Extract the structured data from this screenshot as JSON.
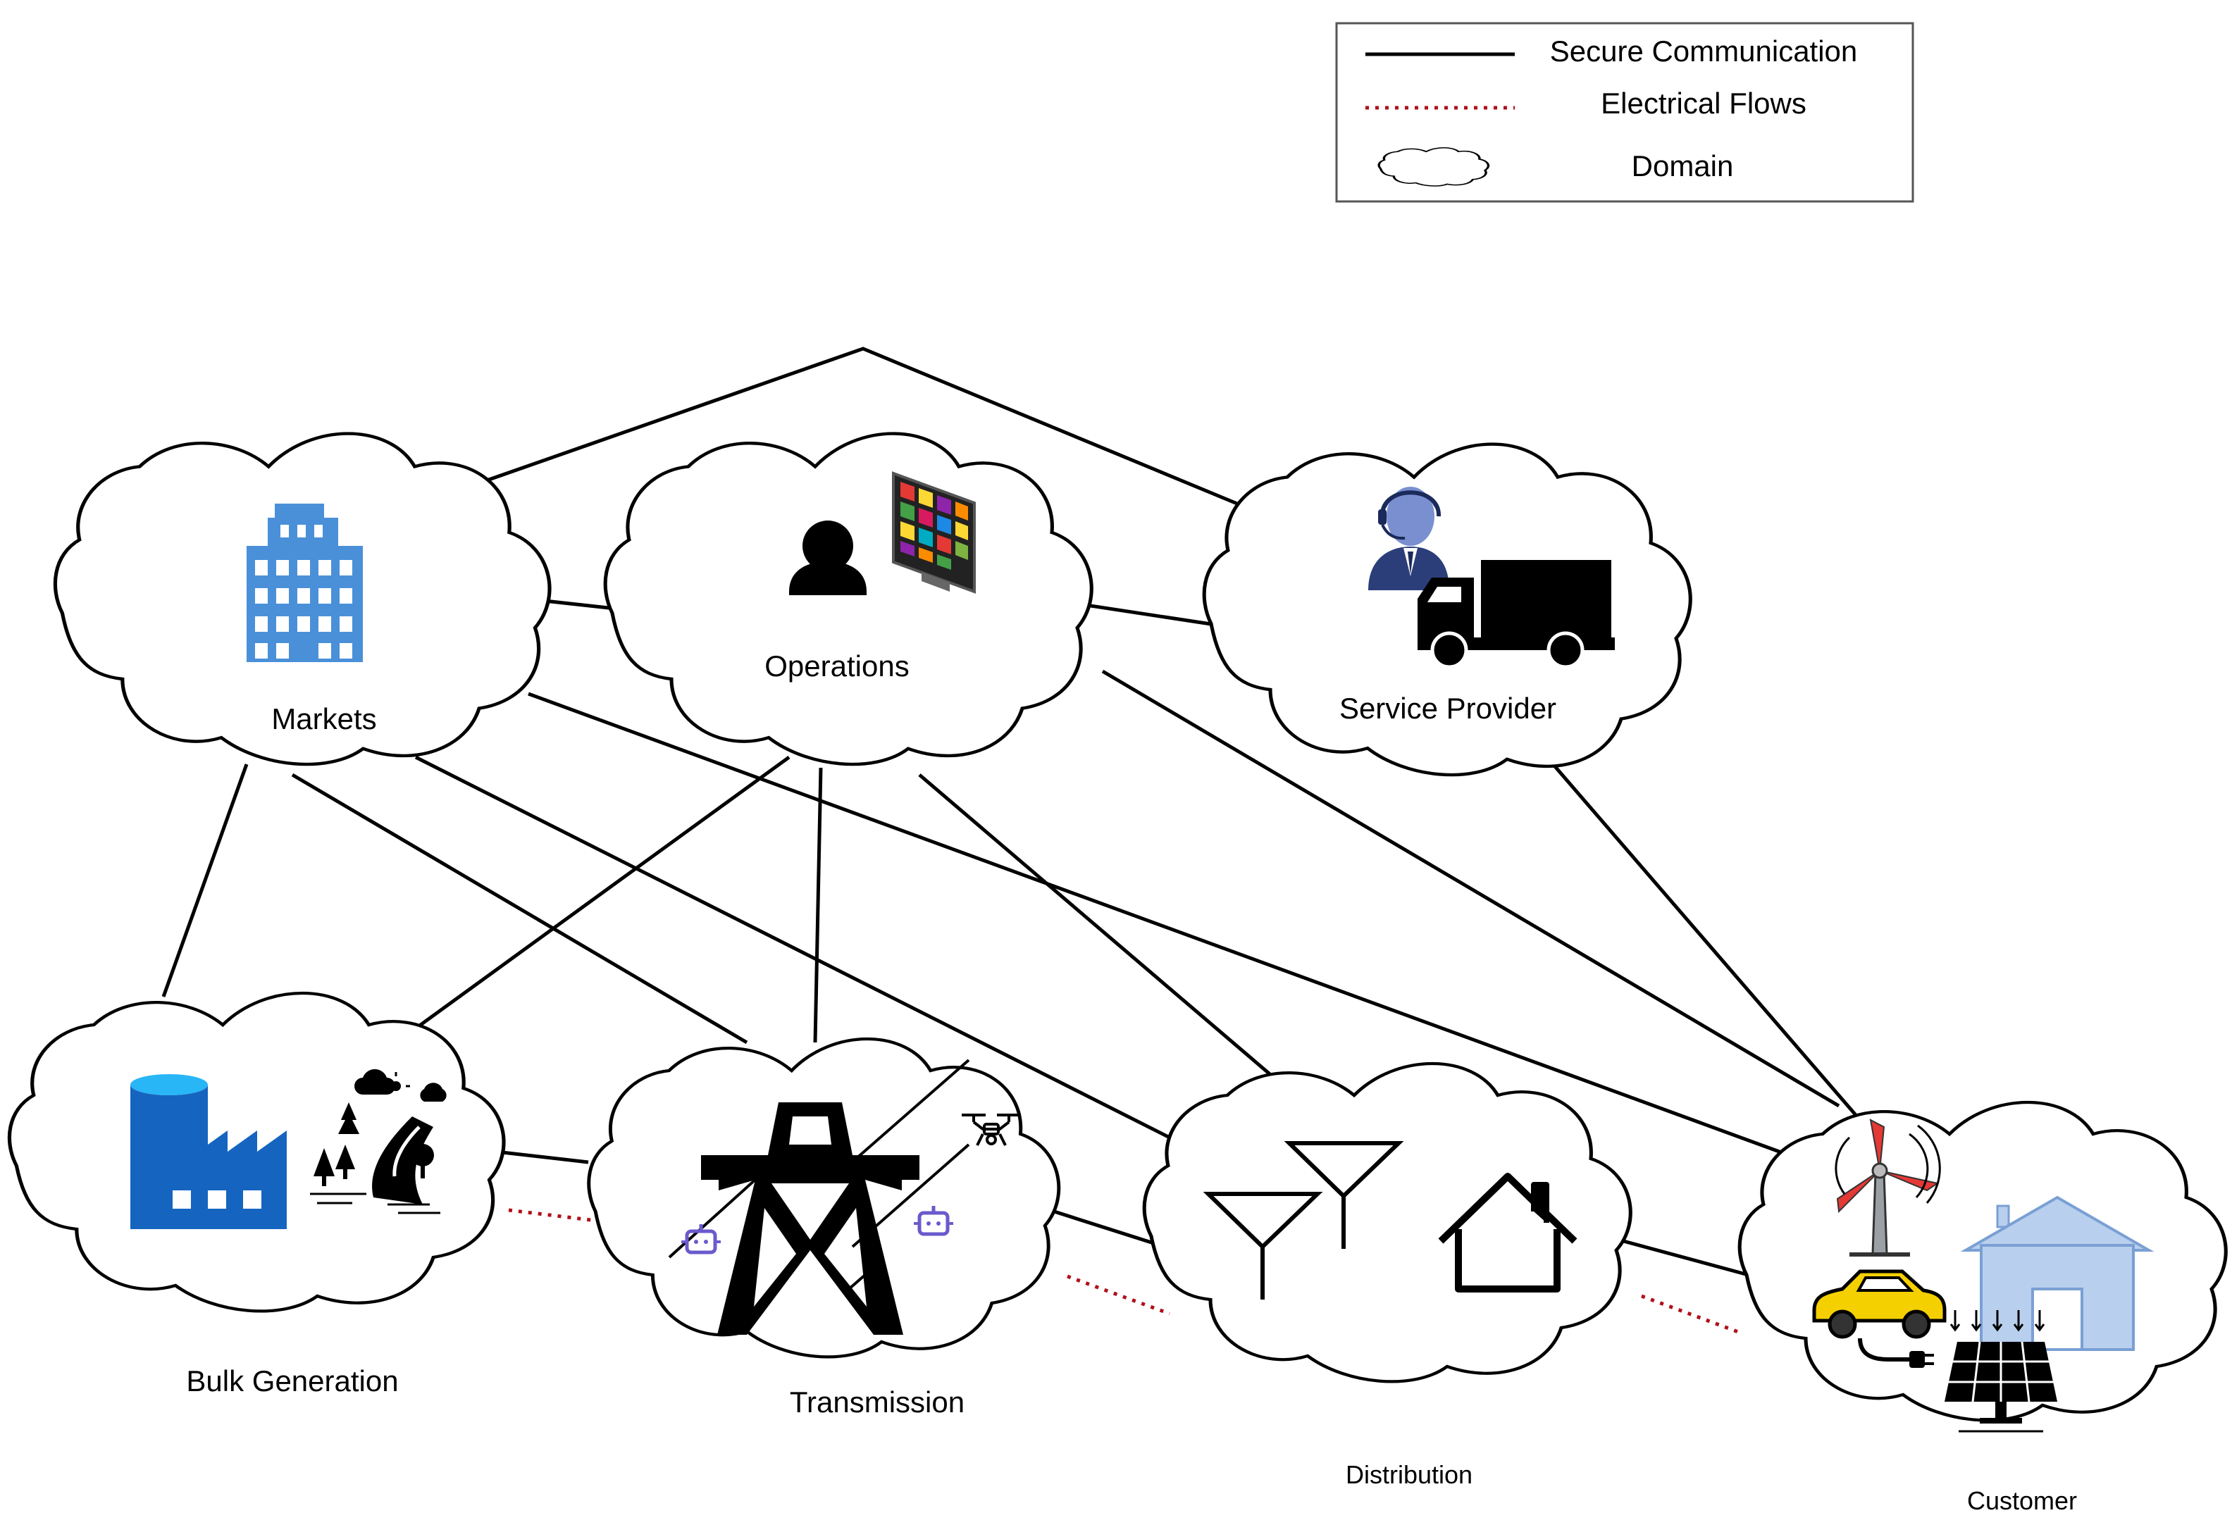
{
  "legend": {
    "secure_communication": "Secure Communication",
    "electrical_flows": "Electrical Flows",
    "domain": "Domain"
  },
  "domains": {
    "markets": "Markets",
    "operations": "Operations",
    "service_provider": "Service Provider",
    "bulk_generation": "Bulk Generation",
    "transmission": "Transmission",
    "distribution": "Distribution",
    "customer": "Customer"
  },
  "colors": {
    "secure_communication": "#000000",
    "electrical_flows": "#b0101a",
    "markets_building": "#4a90d9",
    "bulk_factory": "#1565c0",
    "robot": "#6a5acd",
    "car": "#f5d000",
    "house_customer": "#b9cfee"
  },
  "icons": {
    "markets": [
      "office-building-icon"
    ],
    "operations": [
      "operator-person-icon",
      "control-monitor-icon"
    ],
    "service_provider": [
      "support-agent-icon",
      "truck-icon"
    ],
    "bulk_generation": [
      "power-plant-icon",
      "hydro-landscape-icon"
    ],
    "transmission": [
      "transmission-tower-icon",
      "inspection-robot-icon",
      "drone-icon"
    ],
    "distribution": [
      "antenna-icon",
      "home-icon"
    ],
    "customer": [
      "wind-turbine-icon",
      "house-icon",
      "electric-car-icon",
      "solar-panel-icon"
    ]
  }
}
